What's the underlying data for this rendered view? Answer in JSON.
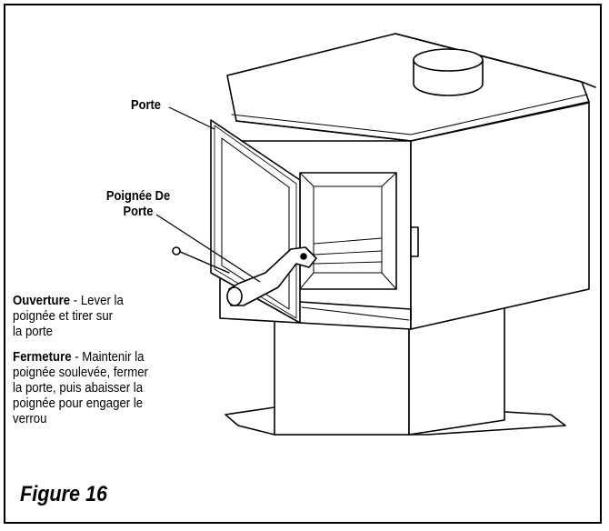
{
  "labels": {
    "door": "Porte",
    "handle_line1": "Poignée De",
    "handle_line2": "Porte"
  },
  "opening": {
    "term": "Ouverture",
    "line1": " - Lever la",
    "line2": "poignée et tirer sur",
    "line3": "la porte"
  },
  "closing": {
    "term": "Fermeture",
    "line1": " - Maintenir la",
    "line2": "poignée soulevée, fermer",
    "line3": "la porte, puis abaisser la",
    "line4": "poignée pour engager le",
    "line5": "verrou"
  },
  "figure_title": "Figure 16"
}
